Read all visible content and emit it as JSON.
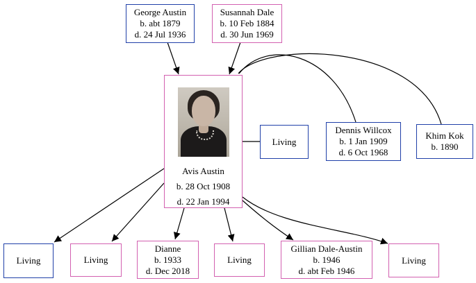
{
  "people": {
    "george": {
      "name": "George Austin",
      "birth": "b. abt 1879",
      "death": "d. 24 Jul 1936"
    },
    "susannah": {
      "name": "Susannah Dale",
      "birth": "b. 10 Feb 1884",
      "death": "d. 30 Jun 1969"
    },
    "avis": {
      "name": "Avis Austin",
      "birth": "b. 28 Oct 1908",
      "death": "d. 22 Jan 1994"
    },
    "spouse_living": {
      "name": "Living"
    },
    "dennis": {
      "name": "Dennis Willcox",
      "birth": "b. 1 Jan 1909",
      "death": "d. 6 Oct 1968"
    },
    "khim": {
      "name": "Khim Kok",
      "birth": "b. 1890"
    },
    "child1": {
      "name": "Living"
    },
    "child2": {
      "name": "Living"
    },
    "dianne": {
      "name": "Dianne",
      "birth": "b. 1933",
      "death": "d. Dec 2018"
    },
    "child4": {
      "name": "Living"
    },
    "gillian": {
      "name": "Gillian Dale-Austin",
      "birth": "b. 1946",
      "death": "d. abt Feb 1946"
    },
    "child6": {
      "name": "Living"
    }
  },
  "colors": {
    "male_border": "#1f3fa8",
    "female_border": "#d260b0",
    "edge": "#000000",
    "background": "#ffffff"
  }
}
